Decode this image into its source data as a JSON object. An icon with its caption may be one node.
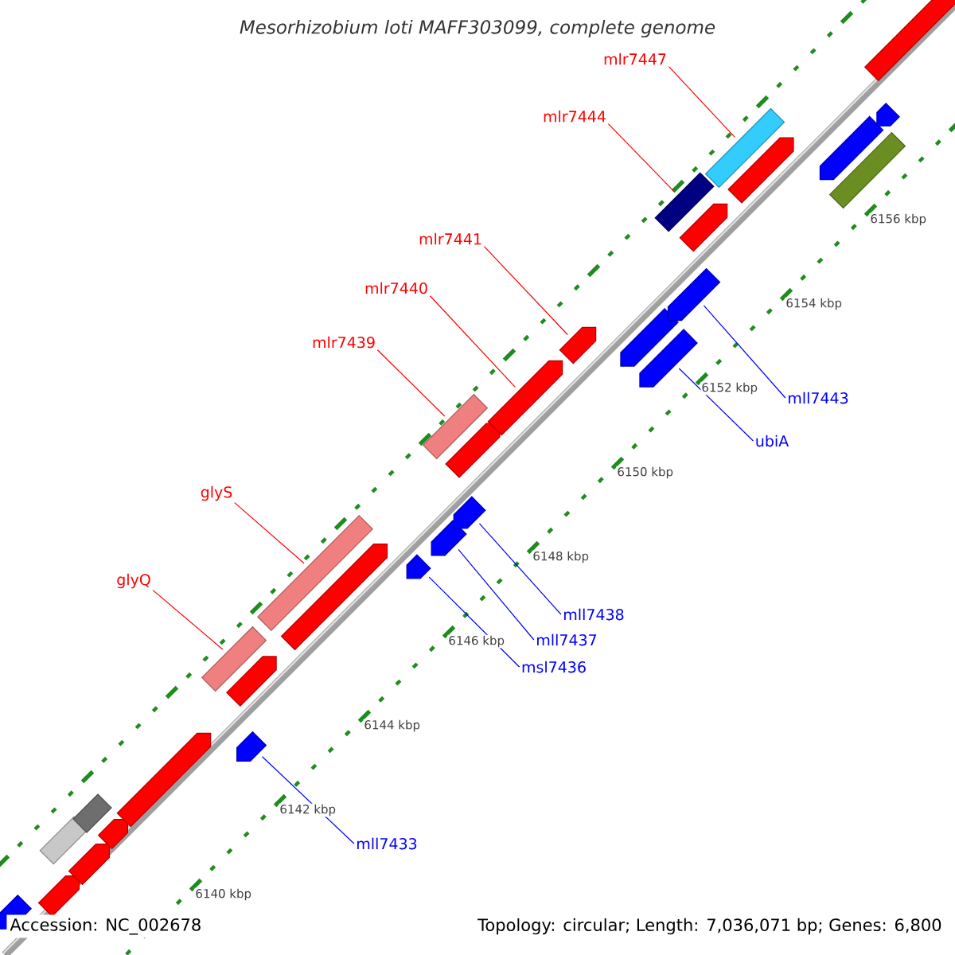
{
  "diagram": {
    "title": "Mesorhizobium loti MAFF303099, complete genome",
    "nodes": [
      {
        "text": [
          "mlr7447"
        ]
      },
      {
        "text": [
          "mlr7444"
        ]
      },
      {
        "text": [
          "mlr7441"
        ]
      },
      {
        "text": [
          "mlr7440"
        ]
      },
      {
        "text": [
          "mlr7439"
        ]
      },
      {
        "text": [
          "glyS"
        ]
      },
      {
        "text": [
          "glyQ"
        ]
      },
      {
        "text": [
          "mll7443"
        ]
      },
      {
        "text": [
          "ubiA"
        ]
      },
      {
        "text": [
          "mll7438"
        ]
      },
      {
        "text": [
          "mll7437"
        ]
      },
      {
        "text": [
          "msl7436"
        ]
      },
      {
        "text": [
          "mll7433"
        ]
      },
      {
        "text": [],
        "shape": "arrow"
      },
      {
        "text": [],
        "shape": "arrow"
      },
      {
        "text": [],
        "shape": "bar"
      },
      {
        "text": [],
        "shape": "bar"
      },
      {
        "text": [],
        "shape": "arrow"
      },
      {
        "text": [],
        "shape": "arrow"
      },
      {
        "text": [],
        "shape": "arrow"
      },
      {
        "text": [],
        "shape": "bar"
      },
      {
        "text": [],
        "shape": "arrow"
      },
      {
        "text": [],
        "shape": "arrow"
      },
      {
        "text": [],
        "shape": "bar"
      },
      {
        "text": [],
        "shape": "arrow"
      },
      {
        "text": [],
        "shape": "arrow"
      },
      {
        "text": [],
        "shape": "bar"
      },
      {
        "text": [],
        "shape": "arrow"
      },
      {
        "text": [],
        "shape": "arrow"
      },
      {
        "text": [],
        "shape": "arrow"
      },
      {
        "text": [],
        "shape": "arrow"
      },
      {
        "text": [],
        "shape": "arrow"
      },
      {
        "text": [],
        "shape": "arrow"
      },
      {
        "text": [],
        "shape": "arrow"
      },
      {
        "text": [],
        "shape": "bar"
      },
      {
        "text": [],
        "shape": "arrow"
      },
      {
        "text": [],
        "shape": "arrow"
      },
      {
        "text": [],
        "shape": "bar"
      },
      {
        "text": [],
        "shape": "arrow"
      },
      {
        "text": [],
        "shape": "arrow"
      },
      {
        "text": [],
        "shape": "bar"
      },
      {
        "text": [],
        "shape": "arrow"
      },
      {
        "text": [],
        "shape": "arrow"
      }
    ],
    "edges": [
      {
        "from": 0,
        "to": 37,
        "arrow": "none"
      },
      {
        "from": 1,
        "to": 34,
        "arrow": "none"
      },
      {
        "from": 2,
        "to": 31,
        "arrow": "none"
      },
      {
        "from": 3,
        "to": 30,
        "arrow": "none"
      },
      {
        "from": 4,
        "to": 26,
        "arrow": "none"
      },
      {
        "from": 5,
        "to": 23,
        "arrow": "none"
      },
      {
        "from": 6,
        "to": 20,
        "arrow": "none"
      },
      {
        "from": 7,
        "to": 35,
        "arrow": "none",
        "color": "#0000ff"
      },
      {
        "from": 8,
        "to": 33,
        "arrow": "none",
        "color": "#0000ff"
      },
      {
        "from": 9,
        "to": 29,
        "arrow": "none",
        "color": "#0000ff"
      },
      {
        "from": 10,
        "to": 27,
        "arrow": "none",
        "color": "#0000ff"
      },
      {
        "from": 11,
        "to": 25,
        "arrow": "none",
        "color": "#0000ff"
      },
      {
        "from": 12,
        "to": 22,
        "arrow": "none",
        "color": "#0000ff"
      }
    ],
    "labels": [
      "6140 kbp",
      "6142 kbp",
      "6144 kbp",
      "6146 kbp",
      "6148 kbp",
      "6150 kbp",
      "6152 kbp",
      "6154 kbp",
      "6156 kbp",
      "Accession: NC_002678",
      "Topology: circular; Length: 7,036,071 bp; Genes: 6,800"
    ]
  }
}
